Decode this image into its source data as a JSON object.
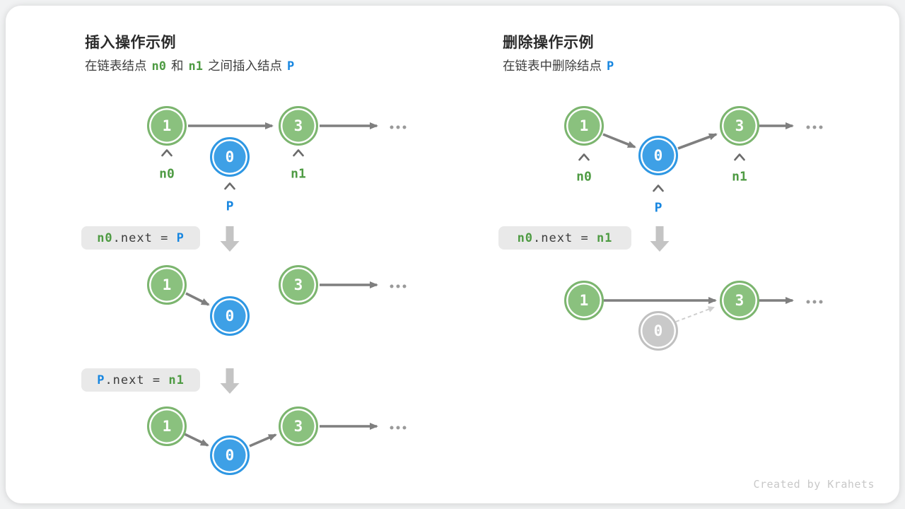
{
  "panels": {
    "insert": {
      "title": "插入操作示例",
      "subtitle": {
        "prefix": "在链表结点",
        "n0": "n0",
        "conj": "和",
        "n1": "n1",
        "infix": "之间插入结点",
        "p": "P"
      },
      "steps": [
        {
          "code": {
            "target": "n0",
            "member": ".next = ",
            "value": "P"
          }
        },
        {
          "code": {
            "target": "P",
            "member": ".next = ",
            "value": "n1"
          }
        }
      ]
    },
    "delete": {
      "title": "删除操作示例",
      "subtitle": {
        "prefix": "在链表中删除结点",
        "p": "P"
      },
      "steps": [
        {
          "code": {
            "target": "n0",
            "member": ".next = ",
            "value": "n1"
          }
        }
      ]
    }
  },
  "nodes": {
    "head": "1",
    "next": "3",
    "p": "0"
  },
  "pointers": {
    "n0": "n0",
    "n1": "n1",
    "p": "P"
  },
  "shared": {
    "ellipsis": "..."
  },
  "footer": {
    "credit": "Created by Krahets"
  },
  "colors": {
    "node_green_fill": "#8ac17e",
    "node_green_ring": "#7cb56f",
    "node_blue_fill": "#3ea0e6",
    "node_blue_ring": "#2e97e3",
    "node_gray_fill": "#c9c9c9",
    "text_green": "#4e9b43",
    "text_blue": "#1786e0",
    "arrow_gray": "#7f7f7f",
    "arrow_muted": "#cfcfcf",
    "chip_bg": "#e9e9e9",
    "block_arrow": "#c4c4c4",
    "footer_text": "#c8c8c8"
  }
}
